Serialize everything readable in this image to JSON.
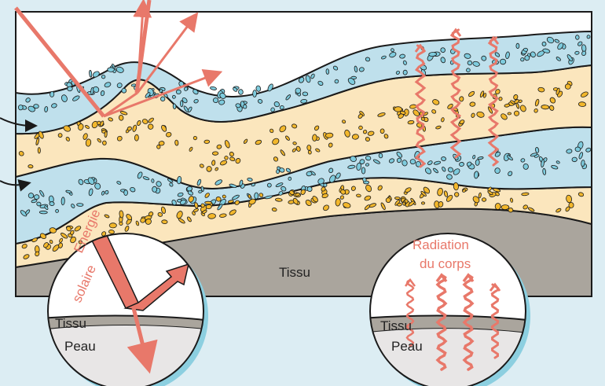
{
  "labels": {
    "tissu_main": "Tissu",
    "inset_left": {
      "energie": "Energie",
      "solaire": "solaire",
      "tissu": "Tissu",
      "peau": "Peau"
    },
    "inset_right": {
      "radiation": "Radiation",
      "du_corps": "du corps",
      "tissu": "Tissu",
      "peau": "Peau"
    }
  },
  "colors": {
    "background": "#dcedf3",
    "panel": "#ffffff",
    "blue_layer": "#bfe0ec",
    "blue_flakes": "#7ecbdd",
    "yellow_layer": "#fbe6bd",
    "yellow_flakes": "#f2b72c",
    "tissue": "#aaa59d",
    "skin": "#e8e6e6",
    "ray": "#e8786a",
    "outline": "#1a1a1a"
  },
  "icons": {
    "incoming_ray": "sun-ray-arrow-icon",
    "reflected_ray": "reflected-ray-arrow-icon",
    "body_radiation": "wavy-radiation-arrow-icon"
  }
}
